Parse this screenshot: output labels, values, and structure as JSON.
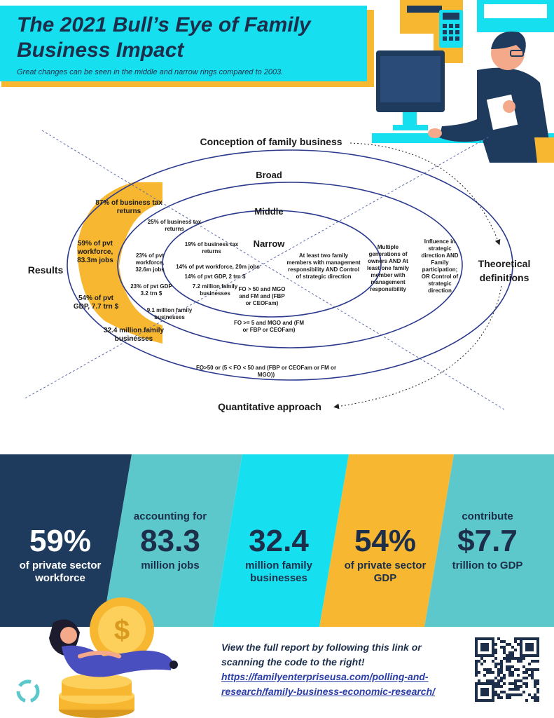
{
  "header": {
    "title": "The 2021 Bull’s Eye of Family Business Impact",
    "subtitle": "Great changes can be seen in the middle and narrow rings compared to 2003."
  },
  "diagram": {
    "axis_top": "Conception of family business",
    "axis_left": "Results",
    "axis_right": "Theoretical definitions",
    "axis_bottom": "Quantitative approach",
    "rings": {
      "broad": "Broad",
      "middle": "Middle",
      "narrow": "Narrow"
    },
    "results": {
      "broad_tax": "87% of business tax returns",
      "broad_workforce": "59% of pvt workforce, 83.3m jobs",
      "broad_gdp": "54% of pvt GDP, 7.7 trn $",
      "broad_businesses": "32.4 million family businesses",
      "middle_tax": "25% of business tax returns",
      "middle_workforce": "23% of pvt workforce, 32.6m jobs",
      "middle_gdp": "23% of pvt GDP 3.2 trn $",
      "middle_businesses": "9.1 million family businesses",
      "narrow_tax": "19% of business tax returns",
      "narrow_workforce": "14% of pvt workforce, 20m jobs",
      "narrow_gdp": "14% of pvt GDP, 2 trn $",
      "narrow_businesses": "7.2 million family businesses"
    },
    "definitions": {
      "narrow": "At least two family members with management responsibility AND Control of strategic direction",
      "middle": "Multiple generations of owners AND At least one family member with management responsibility",
      "broad": "Influence in strategic direction AND Family participation; OR Control of strategic direction"
    },
    "quantitative": {
      "narrow": "FO > 50 and MGO and FM and (FBP or CEOFam)",
      "middle": "FO >= 5 and MGO and (FM or FBP or CEOFam)",
      "broad": "FO>50 or (5 < FO < 50 and (FBP or CEOFam or FM or MGO))"
    }
  },
  "stats": [
    {
      "pre": "",
      "num": "59%",
      "label": "of private sector workforce",
      "bg": "#1e3a5c",
      "fg": "#ffffff"
    },
    {
      "pre": "accounting for",
      "num": "83.3",
      "label": "million jobs",
      "bg": "#5dc8cc",
      "fg": "#1c2e4a"
    },
    {
      "pre": "",
      "num": "32.4",
      "label": "million family businesses",
      "bg": "#16e0f0",
      "fg": "#1c2e4a"
    },
    {
      "pre": "",
      "num": "54%",
      "label": "of private sector GDP",
      "bg": "#f7b731",
      "fg": "#1c2e4a"
    },
    {
      "pre": "contribute",
      "num": "$7.7",
      "label": "trillion to GDP",
      "bg": "#5dc8cc",
      "fg": "#1c2e4a"
    }
  ],
  "footer": {
    "text": "View the full report by following this link or scanning the code to the right!",
    "link": "https://familyenterpriseusa.com/polling-and-research/family-business-economic-research/"
  },
  "colors": {
    "navy": "#1e3a5c",
    "cyan": "#16e0f0",
    "teal": "#5dc8cc",
    "gold": "#f7b731",
    "ring": "#2b3a8c"
  },
  "icons": [
    "worker-at-computer-illustration",
    "woman-with-coins-illustration",
    "qr-code",
    "logo-icon"
  ]
}
